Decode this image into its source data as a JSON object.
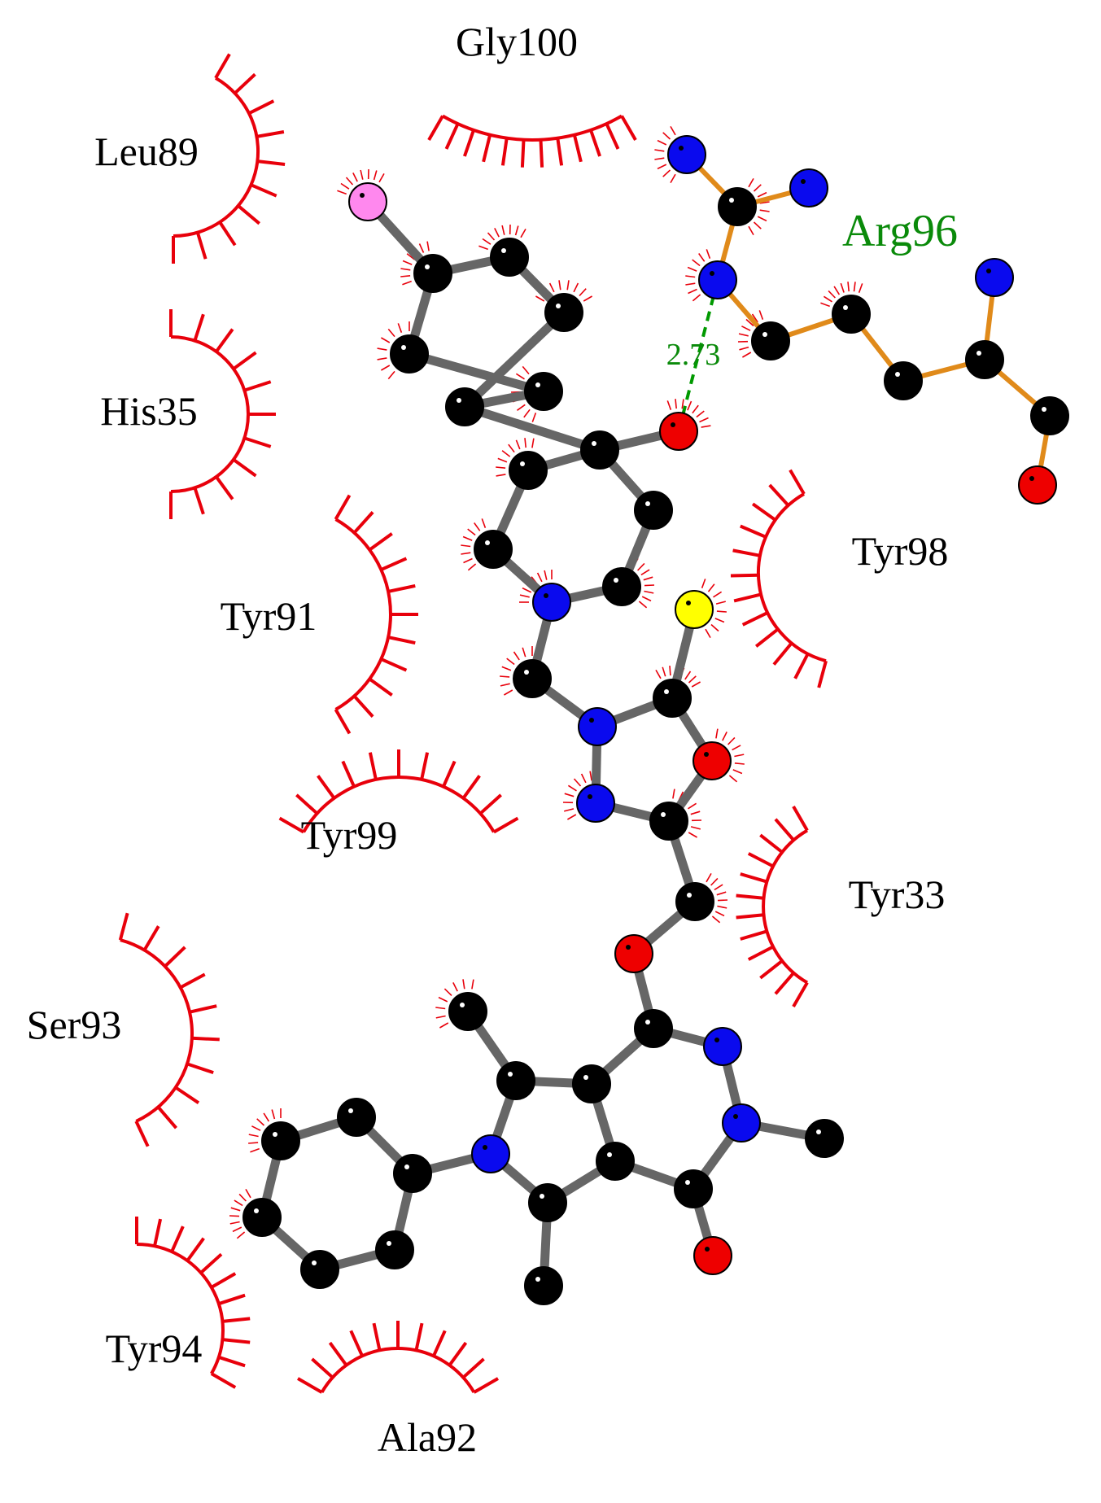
{
  "diagram": {
    "residue_labels": [
      {
        "id": "gly100",
        "text": "Gly100"
      },
      {
        "id": "leu89",
        "text": "Leu89"
      },
      {
        "id": "his35",
        "text": "His35"
      },
      {
        "id": "tyr91",
        "text": "Tyr91"
      },
      {
        "id": "tyr99",
        "text": "Tyr99"
      },
      {
        "id": "ser93",
        "text": "Ser93"
      },
      {
        "id": "tyr94",
        "text": "Tyr94"
      },
      {
        "id": "ala92",
        "text": "Ala92"
      },
      {
        "id": "tyr98",
        "text": "Tyr98"
      },
      {
        "id": "tyr33",
        "text": "Tyr33"
      }
    ],
    "bonded_residue": {
      "text": "Arg96"
    },
    "hbond": {
      "distance_text": "2.73"
    },
    "colors": {
      "hydrophobic_arc": "#e8000b",
      "hbond": "#009900",
      "ligand_bond": "#666666",
      "residue_bond": "#e08a1a",
      "carbon": "#000000",
      "nitrogen": "#0a0aee",
      "oxygen": "#ee0000",
      "sulfur": "#ffff00",
      "halogen": "#ff88ee",
      "residue_label": "#000000",
      "bonded_residue_label": "#0a8a0a"
    }
  }
}
